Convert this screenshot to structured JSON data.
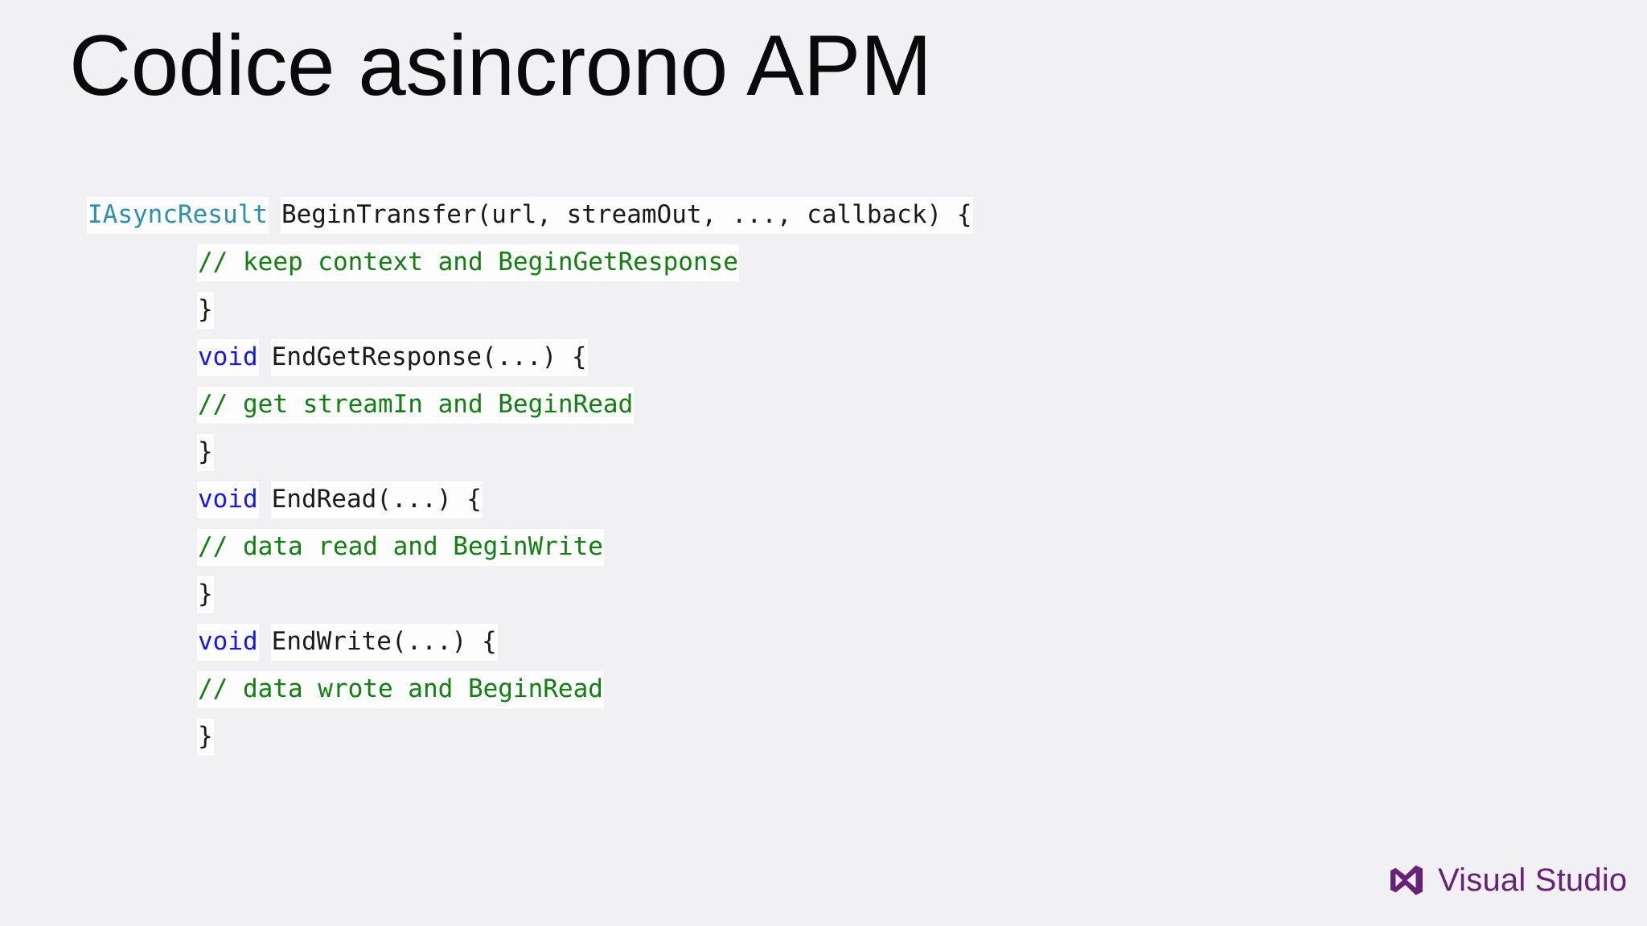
{
  "slide": {
    "title": "Codice asincrono APM",
    "background_color": "#F1F0F2",
    "title_color": "#0A0A0A"
  },
  "code": {
    "language": "csharp-pseudocode",
    "colors": {
      "type": "#2B91AF",
      "keyword": "#1414FF",
      "comment": "#108010",
      "plain": "#1A1A1A",
      "highlight_background": "#FDFDFD"
    },
    "lines": [
      {
        "indent": 0,
        "tokens": [
          {
            "kind": "type",
            "text": "IAsyncResult"
          },
          {
            "kind": "plain",
            "text": "BeginTransfer(url, streamOut, ..., callback) {"
          }
        ]
      },
      {
        "indent": 1,
        "tokens": [
          {
            "kind": "comment",
            "text": "// keep context and BeginGetResponse"
          }
        ]
      },
      {
        "indent": 1,
        "tokens": [
          {
            "kind": "brace",
            "text": "}"
          }
        ]
      },
      {
        "indent": 1,
        "tokens": [
          {
            "kind": "kw",
            "text": "void"
          },
          {
            "kind": "plain",
            "text": "EndGetResponse(...) {"
          }
        ]
      },
      {
        "indent": 1,
        "tokens": [
          {
            "kind": "comment",
            "text": "// get streamIn and BeginRead"
          }
        ]
      },
      {
        "indent": 1,
        "tokens": [
          {
            "kind": "brace",
            "text": "}"
          }
        ]
      },
      {
        "indent": 1,
        "tokens": [
          {
            "kind": "kw",
            "text": "void"
          },
          {
            "kind": "plain",
            "text": "EndRead(...) {"
          }
        ]
      },
      {
        "indent": 1,
        "tokens": [
          {
            "kind": "comment",
            "text": "// data read and BeginWrite"
          }
        ]
      },
      {
        "indent": 1,
        "tokens": [
          {
            "kind": "brace",
            "text": "}"
          }
        ]
      },
      {
        "indent": 1,
        "tokens": [
          {
            "kind": "kw",
            "text": "void"
          },
          {
            "kind": "plain",
            "text": "EndWrite(...) {"
          }
        ]
      },
      {
        "indent": 1,
        "tokens": [
          {
            "kind": "comment",
            "text": "// data wrote and BeginRead"
          }
        ]
      },
      {
        "indent": 1,
        "tokens": [
          {
            "kind": "brace",
            "text": "}"
          }
        ]
      }
    ]
  },
  "branding": {
    "logo_icon": "visual-studio-infinity-icon",
    "wordmark": "Visual Studio",
    "color": "#68217A"
  }
}
